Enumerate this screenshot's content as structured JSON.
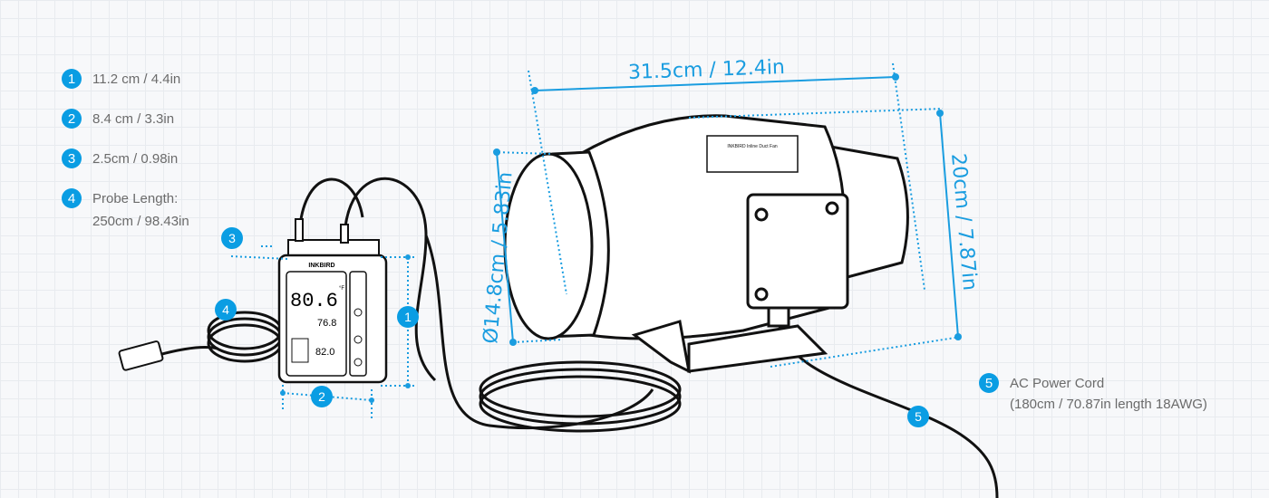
{
  "legend": [
    {
      "num": "1",
      "text": "11.2 cm / 4.4in"
    },
    {
      "num": "2",
      "text": "8.4 cm / 3.3in"
    },
    {
      "num": "3",
      "text": "2.5cm / 0.98in"
    },
    {
      "num": "4",
      "text": "Probe Length:",
      "sub": "250cm / 98.43in"
    }
  ],
  "power": {
    "num": "5",
    "title": "AC Power Cord",
    "detail": "(180cm / 70.87in length 18AWG)"
  },
  "fan_dims": {
    "length": "31.5cm / 12.4in",
    "height": "20cm / 7.87in",
    "diameter": "Ø14.8cm / 5.83in"
  },
  "controller": {
    "brand": "INKBIRD",
    "main_temp": "80.6",
    "main_unit": "°F",
    "second": "76.8",
    "third": "82.0"
  },
  "fan_label": "INKBIRD Inline Duct Fan",
  "colors": {
    "accent": "#0a9de3",
    "text": "#6b6b6b"
  }
}
